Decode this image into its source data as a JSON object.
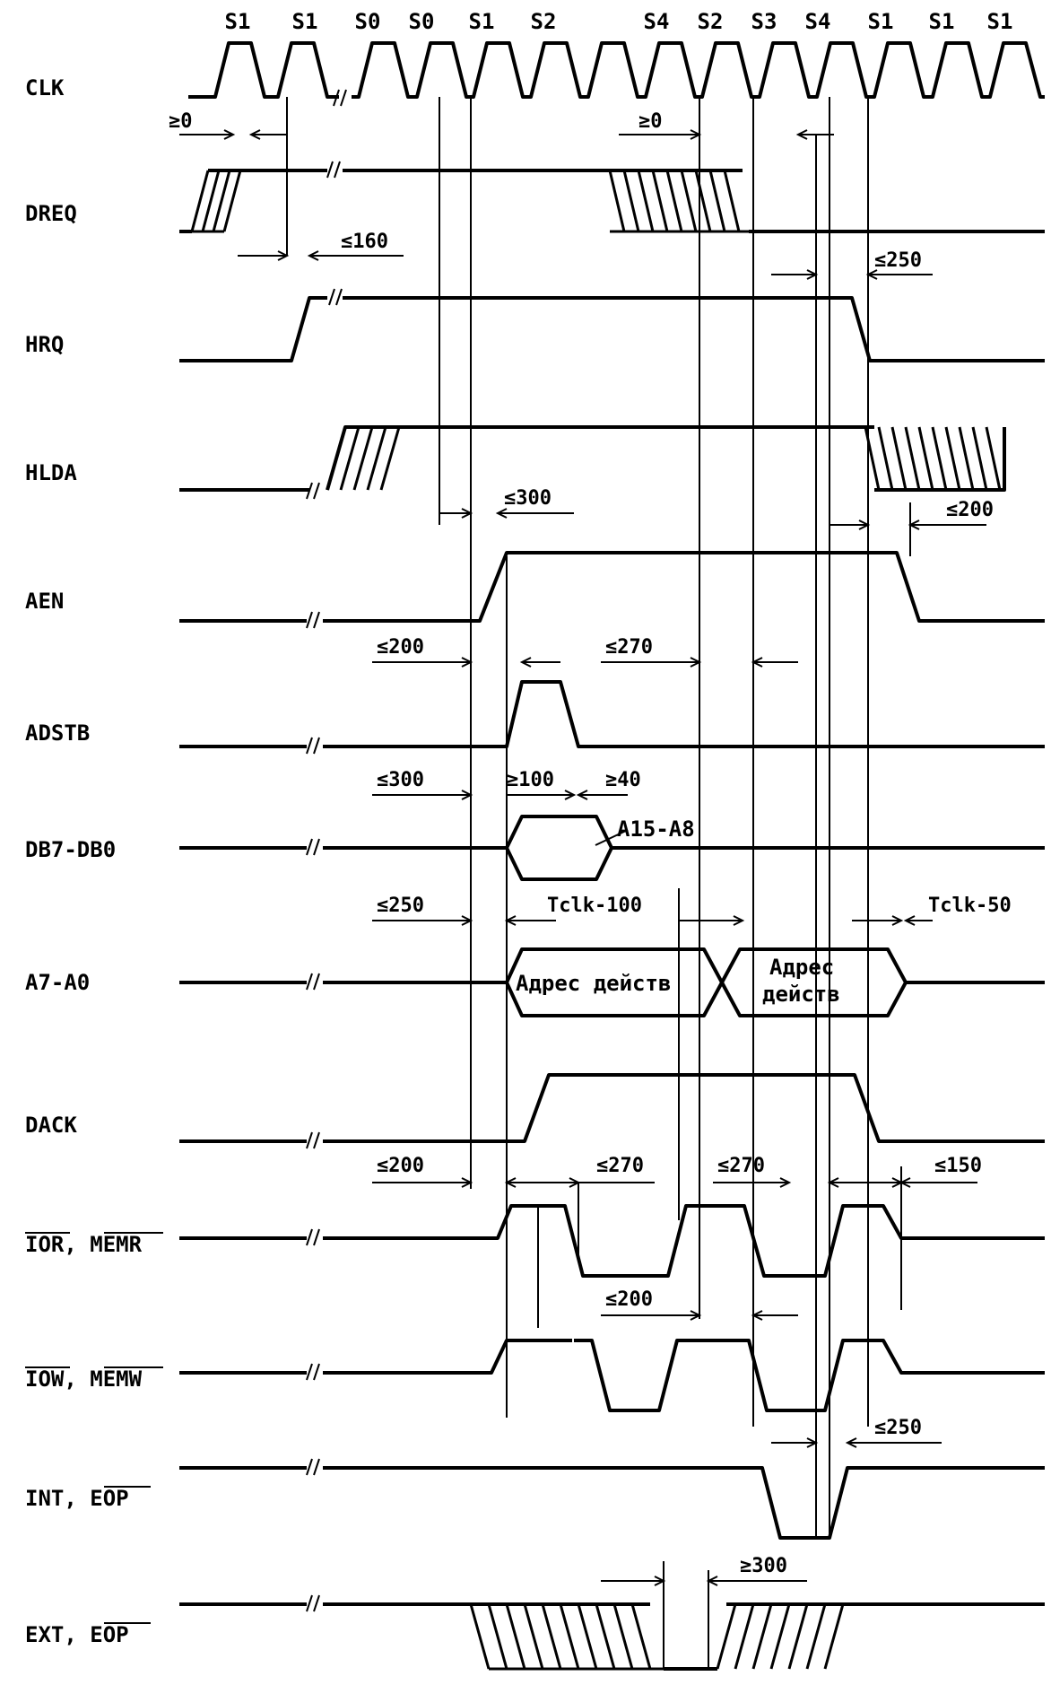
{
  "states": [
    "S1",
    "S1",
    "S0",
    "S0",
    "S1",
    "S2",
    "S4",
    "S2",
    "S3",
    "S4",
    "S1",
    "S1",
    "S1"
  ],
  "signals": {
    "clk": "CLK",
    "dreq": "DREQ",
    "hrq": "HRQ",
    "hlda": "HLDA",
    "aen": "AEN",
    "adstb": "ADSTB",
    "db": "DB7-DB0",
    "a": "A7-A0",
    "dack": "DACK",
    "ior": "IOR, MEMR",
    "iow": "IOW, MEMW",
    "int": "INT, EOP",
    "ext": "EXT, EOP"
  },
  "timings": {
    "dreq_setup": "≥0",
    "dreq_setup2": "≥0",
    "hrq_delay": "≤160",
    "hrq_release": "≤250",
    "aen_delay": "≤300",
    "aen_release": "≤200",
    "adstb_delay": "≤200",
    "adstb_release": "≤270",
    "db_delay": "≤300",
    "db_setup": "≥100",
    "db_hold": "≥40",
    "a_delay": "≤250",
    "a_valid": "Tclk-100",
    "a_hold": "Tclk-50",
    "ior_delay": "≤200",
    "ior_pulse": "≤270",
    "ior_pulse2": "≤270",
    "ior_release": "≤150",
    "iow_delay": "≤200",
    "int_delay": "≤250",
    "ext_width": "≥300"
  },
  "bus_values": {
    "db_high_address": "A15-A8",
    "addr_valid_1": "Адрес действ",
    "addr_valid_2_line1": "Адрес",
    "addr_valid_2_line2": "действ"
  }
}
